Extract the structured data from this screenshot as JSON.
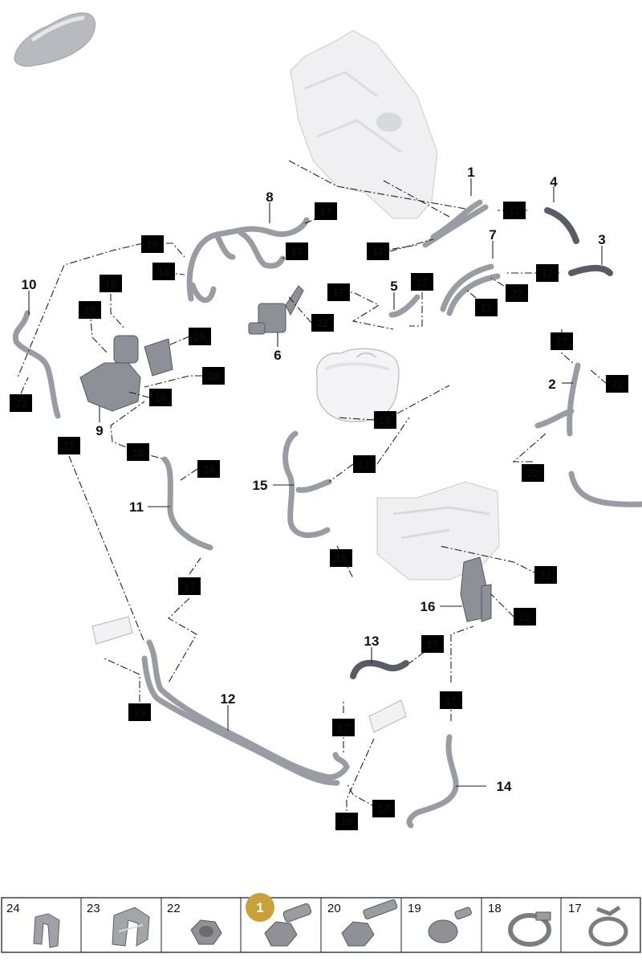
{
  "callouts": {
    "c1": "1",
    "c2": "2",
    "c3": "3",
    "c4": "4",
    "c5": "5",
    "c6": "6",
    "c7": "7",
    "c8": "8",
    "c9": "9",
    "c10": "10",
    "c11": "11",
    "c12": "12",
    "c13": "13",
    "c14": "14",
    "c15": "15",
    "c16": "16"
  },
  "refs": {
    "r17": "17",
    "r18": "18",
    "r19": "19",
    "r20": "20",
    "r21": "21",
    "r22": "22",
    "r23": "23",
    "r24": "24"
  },
  "legend": {
    "cells": [
      {
        "label": "24",
        "icon": "clip-icon"
      },
      {
        "label": "23",
        "icon": "bracket-clip-icon"
      },
      {
        "label": "22",
        "icon": "hex-nut-icon"
      },
      {
        "label": "",
        "icon": "flange-bolt-icon",
        "badge": "1"
      },
      {
        "label": "20",
        "icon": "long-bolt-icon"
      },
      {
        "label": "19",
        "icon": "pan-head-screw-icon"
      },
      {
        "label": "18",
        "icon": "hose-clamp-icon"
      },
      {
        "label": "17",
        "icon": "spring-clamp-icon"
      }
    ]
  },
  "colors": {
    "badge_gold": "#c9a13b",
    "pipe_grey": "#9a9ca3",
    "line_black": "#222222"
  }
}
